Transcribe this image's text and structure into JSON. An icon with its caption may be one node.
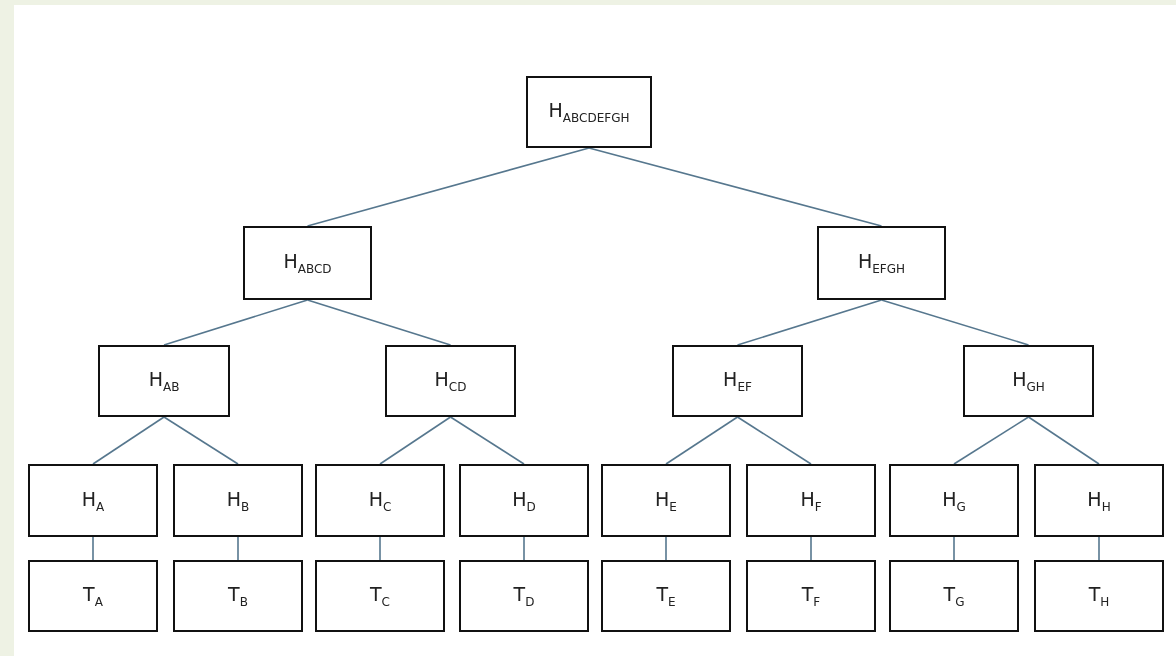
{
  "diagram": {
    "nodes": [
      {
        "text": [
          "H$_{ABCDEFGH}$"
        ]
      },
      {
        "text": [
          "H$_{ABCD}$"
        ]
      },
      {
        "text": [
          "H$_{EFGH}$"
        ]
      },
      {
        "text": [
          "H$_{AB}$"
        ]
      },
      {
        "text": [
          "H$_{CD}$"
        ]
      },
      {
        "text": [
          "H$_{EF}$"
        ]
      },
      {
        "text": [
          "H$_{GH}$"
        ]
      },
      {
        "text": [
          "H$_{A}$"
        ]
      },
      {
        "text": [
          "H$_{B}$"
        ]
      },
      {
        "text": [
          "H$_{C}$"
        ]
      },
      {
        "text": [
          "H$_{D}$"
        ]
      },
      {
        "text": [
          "H$_{E}$"
        ]
      },
      {
        "text": [
          "H$_{F}$"
        ]
      },
      {
        "text": [
          "H$_{G}$"
        ]
      },
      {
        "text": [
          "H$_{H}$"
        ]
      },
      {
        "text": [
          "T$_{A}$"
        ]
      },
      {
        "text": [
          "T$_{B}$"
        ]
      },
      {
        "text": [
          "T$_{C}$"
        ]
      },
      {
        "text": [
          "T$_{D}$"
        ]
      },
      {
        "text": [
          "T$_{E}$"
        ]
      },
      {
        "text": [
          "T$_{F}$"
        ]
      },
      {
        "text": [
          "T$_{G}$"
        ]
      },
      {
        "text": [
          "T$_{H}$"
        ]
      }
    ],
    "edges": [
      {
        "from": 0,
        "to": 1,
        "arrow": "none"
      },
      {
        "from": 0,
        "to": 2,
        "arrow": "none"
      },
      {
        "from": 1,
        "to": 3,
        "arrow": "none"
      },
      {
        "from": 1,
        "to": 4,
        "arrow": "none"
      },
      {
        "from": 2,
        "to": 5,
        "arrow": "none"
      },
      {
        "from": 2,
        "to": 6,
        "arrow": "none"
      },
      {
        "from": 3,
        "to": 7,
        "arrow": "none"
      },
      {
        "from": 3,
        "to": 8,
        "arrow": "none"
      },
      {
        "from": 4,
        "to": 9,
        "arrow": "none"
      },
      {
        "from": 4,
        "to": 10,
        "arrow": "none"
      },
      {
        "from": 5,
        "to": 11,
        "arrow": "none"
      },
      {
        "from": 5,
        "to": 12,
        "arrow": "none"
      },
      {
        "from": 6,
        "to": 13,
        "arrow": "none"
      },
      {
        "from": 6,
        "to": 14,
        "arrow": "none"
      },
      {
        "from": 7,
        "to": 15,
        "arrow": "none"
      },
      {
        "from": 8,
        "to": 16,
        "arrow": "none"
      },
      {
        "from": 9,
        "to": 17,
        "arrow": "none"
      },
      {
        "from": 10,
        "to": 18,
        "arrow": "none"
      },
      {
        "from": 11,
        "to": 19,
        "arrow": "none"
      },
      {
        "from": 12,
        "to": 20,
        "arrow": "none"
      },
      {
        "from": 13,
        "to": 21,
        "arrow": "none"
      },
      {
        "from": 14,
        "to": 22,
        "arrow": "none"
      }
    ]
  }
}
